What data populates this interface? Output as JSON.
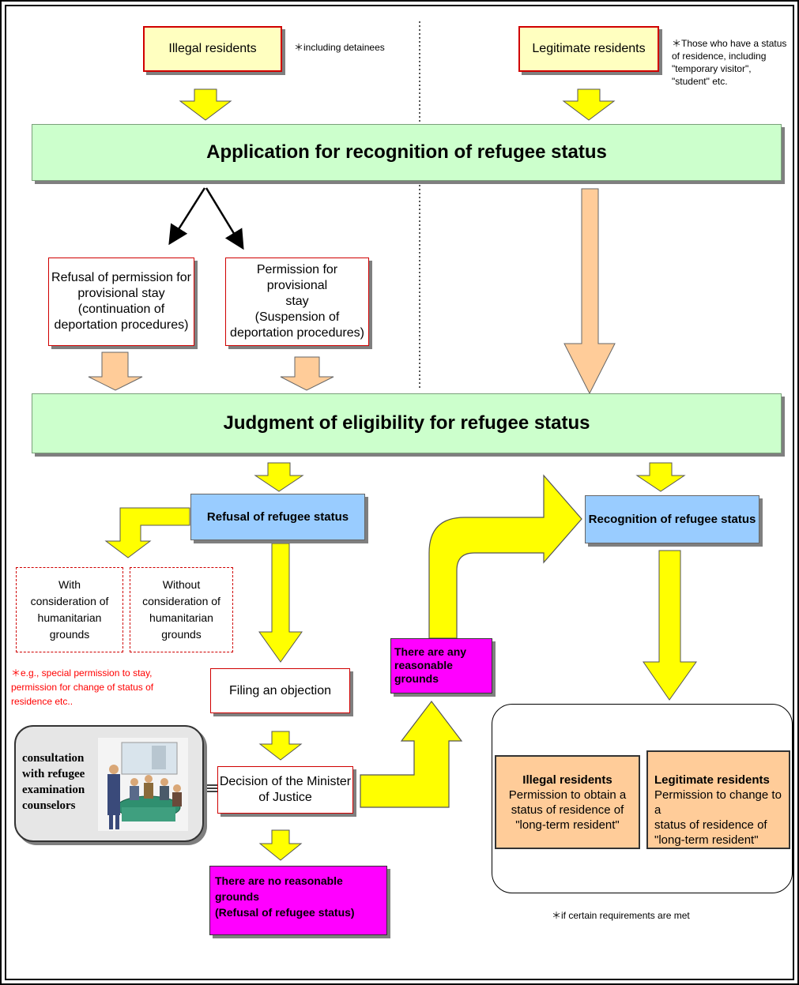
{
  "top": {
    "illegal_residents": "Illegal residents",
    "illegal_note": "＊including detainees",
    "legitimate_residents": "Legitimate residents",
    "legitimate_note": [
      "＊Those who have a status",
      "of residence, including",
      "\"temporary visitor\",",
      "\"student\" etc."
    ]
  },
  "application_title": "Application for recognition of refugee status",
  "provisional": {
    "refusal": [
      "Refusal of permission for",
      "provisional stay",
      "(continuation of",
      "deportation procedures)"
    ],
    "permission": [
      "Permission for provisional",
      "stay",
      "(Suspension of",
      "deportation procedures)"
    ]
  },
  "judgment_title": "Judgment of eligibility for refugee status",
  "refusal_status": "Refusal of refugee status",
  "recognition_status": "Recognition of refugee status",
  "humanitarian": {
    "with": [
      "With",
      "consideration of",
      "humanitarian",
      "grounds"
    ],
    "without": [
      "Without",
      "consideration of",
      "humanitarian",
      "grounds"
    ],
    "note": [
      "＊e.g., special permission to stay,",
      "permission for change of status of",
      "residence etc.."
    ]
  },
  "objection": {
    "filing": "Filing an objection",
    "decision": [
      "Decision of the Minister",
      "of Justice"
    ]
  },
  "consultation": [
    "consultation",
    "with refugee",
    "examination",
    "counselors"
  ],
  "grounds": {
    "any": [
      "There are any",
      "reasonable grounds"
    ],
    "none": [
      "There are no reasonable grounds",
      "(Refusal of refugee status)"
    ]
  },
  "results": {
    "illegal_title": "Illegal residents",
    "illegal_text": [
      "Permission to obtain a",
      "status of residence of",
      "\"long-term resident\""
    ],
    "legit_title": "Legitimate residents",
    "legit_text": [
      "Permission to change to a",
      "status of residence of",
      "\"long-term resident\""
    ],
    "footnote": "＊if certain requirements are met"
  },
  "colors": {
    "yellow_arrow": "#ffff00",
    "orange_arrow": "#ffcc99",
    "green_bar": "#ccffcc",
    "blue_box": "#99ccff",
    "magenta_box": "#ff00ff",
    "red_note": "#ff0000"
  }
}
